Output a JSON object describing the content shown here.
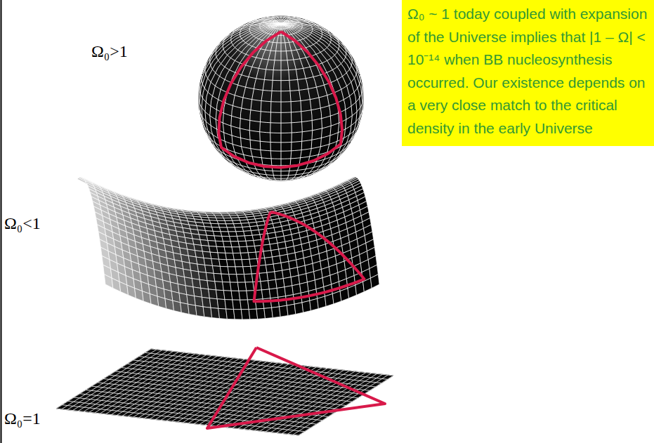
{
  "diagram": {
    "nodes": [
      {
        "text": [
          "Ω₀ ~ 1 today coupled with expansion of the Universe implies that |1 – Ω| < 10⁻¹⁴ when BB nucleosynthesis occurred. Our existence depends on a very close match to the critical density in the early Universe"
        ]
      }
    ],
    "labels": [
      "Ω₀>1",
      "Ω₀<1",
      "Ω₀=1"
    ]
  }
}
